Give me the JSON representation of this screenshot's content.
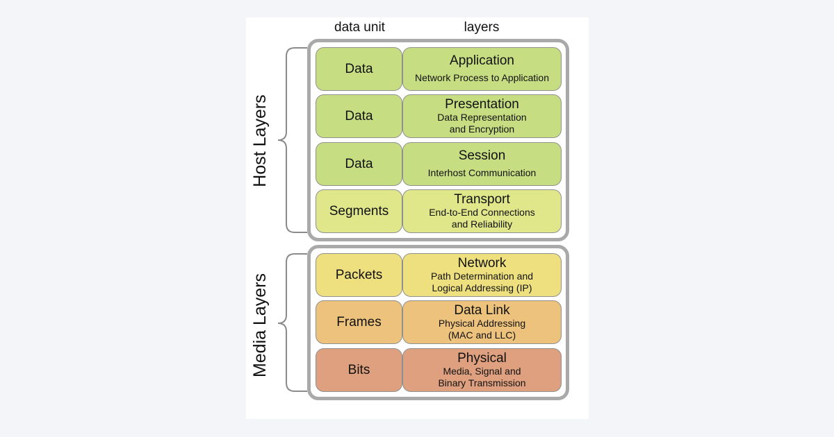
{
  "headers": {
    "data_unit": "data unit",
    "layers": "layers"
  },
  "groups": {
    "host": {
      "label": "Host Layers"
    },
    "media": {
      "label": "Media Layers"
    }
  },
  "rows": [
    {
      "unit": "Data",
      "name": "Application",
      "desc": "Network Process to Application",
      "color": "#c6dd82"
    },
    {
      "unit": "Data",
      "name": "Presentation",
      "desc": "Data Representation\nand Encryption",
      "color": "#c6dd82"
    },
    {
      "unit": "Data",
      "name": "Session",
      "desc": "Interhost Communication",
      "color": "#c6dd82"
    },
    {
      "unit": "Segments",
      "name": "Transport",
      "desc": "End-to-End Connections\nand Reliability",
      "color": "#dfe78a"
    },
    {
      "unit": "Packets",
      "name": "Network",
      "desc": "Path Determination and\nLogical Addressing (IP)",
      "color": "#efe07f"
    },
    {
      "unit": "Frames",
      "name": "Data Link",
      "desc": "Physical Addressing\n(MAC and LLC)",
      "color": "#ecc27c"
    },
    {
      "unit": "Bits",
      "name": "Physical",
      "desc": "Media, Signal and\nBinary Transmission",
      "color": "#dea07e"
    }
  ]
}
